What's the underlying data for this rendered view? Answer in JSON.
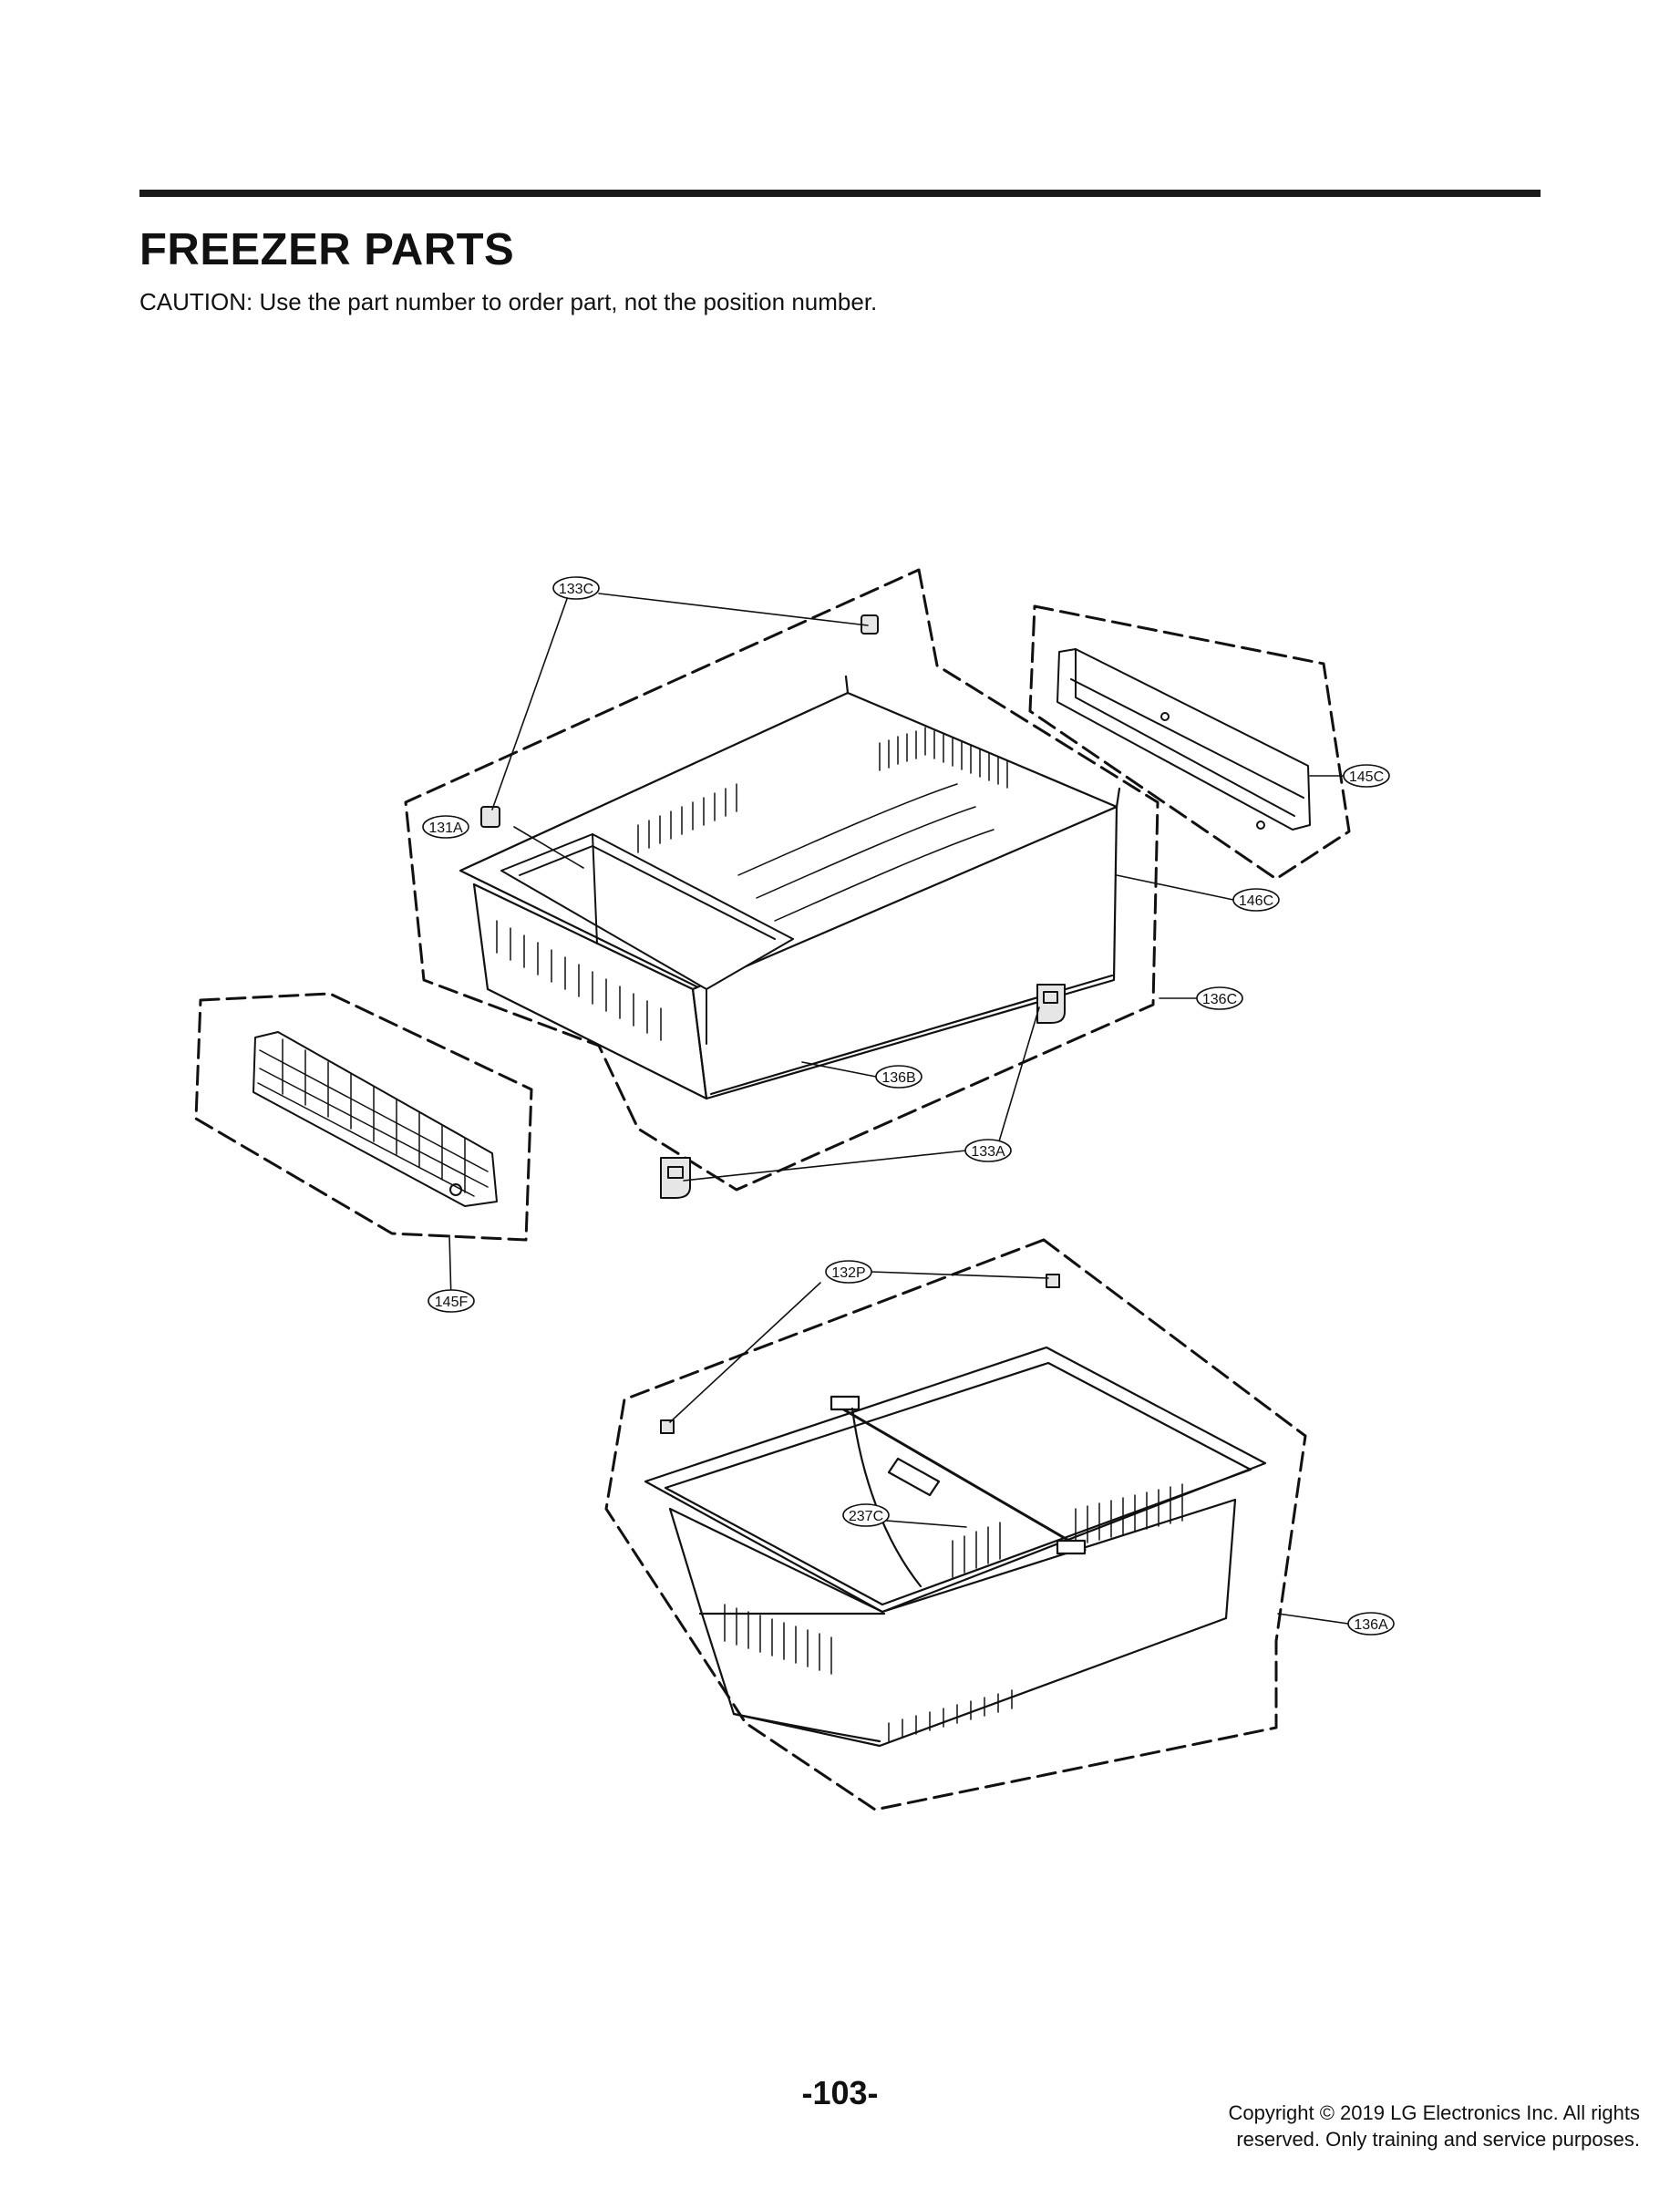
{
  "header": {
    "title": "FREEZER PARTS",
    "caution": "CAUTION: Use the part number to order part, not the position number."
  },
  "diagram": {
    "callouts": {
      "c133C": "133C",
      "c145C": "145C",
      "c131A": "131A",
      "c146C": "146C",
      "c136C": "136C",
      "c136B": "136B",
      "c133A": "133A",
      "c145F": "145F",
      "c132P": "132P",
      "c237C": "237C",
      "c136A": "136A"
    }
  },
  "footer": {
    "page_number": "-103-",
    "copyright_line1": "Copyright © 2019 LG Electronics Inc. All rights",
    "copyright_line2": "reserved. Only training and service purposes."
  }
}
